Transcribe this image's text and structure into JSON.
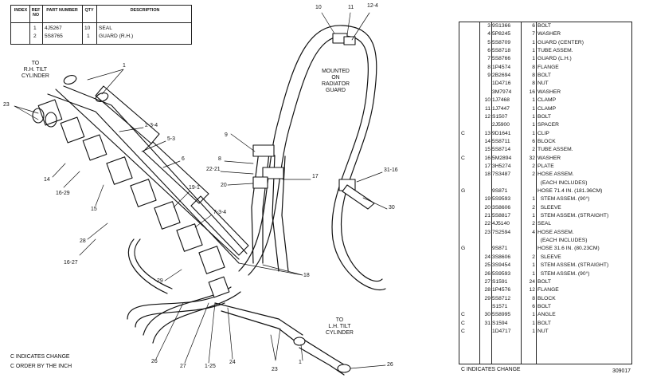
{
  "top_table": {
    "headers": [
      "INDEX",
      "REF NO",
      "PART NUMBER",
      "QTY",
      "DESCRIPTION"
    ],
    "rows": [
      {
        "ref": "1",
        "part": "4J5267",
        "qty": "10",
        "desc": "SEAL"
      },
      {
        "ref": "2",
        "part": "5S8765",
        "qty": "1",
        "desc": "GUARD (R.H.)"
      }
    ]
  },
  "diagram_labels": {
    "to_rh_tilt": "TO\nR.H. TILT\nCYLINDER",
    "to_lh_tilt": "TO\nL.H. TILT\nCYLINDER",
    "mounted_on": "MOUNTED\nON\nRADIATOR\nGUARD",
    "callouts": [
      "1",
      "23",
      "2-3-4",
      "5-3",
      "6",
      "14",
      "16-29",
      "15",
      "19-1",
      "7-3-4",
      "28",
      "16-27",
      "29",
      "8",
      "9",
      "22-21",
      "20",
      "17",
      "10",
      "11",
      "12-4",
      "31-16",
      "30",
      "18",
      "26",
      "27",
      "1-25",
      "24",
      "23",
      "1",
      "26"
    ]
  },
  "parts_list": [
    {
      "key": "",
      "ref": "3",
      "part": "9S1366",
      "qty": "6",
      "desc": "BOLT"
    },
    {
      "key": "",
      "ref": "4",
      "part": "5P8245",
      "qty": "7",
      "desc": "WASHER"
    },
    {
      "key": "",
      "ref": "5",
      "part": "5S8709",
      "qty": "1",
      "desc": "GUARD (CENTER)"
    },
    {
      "key": "",
      "ref": "6",
      "part": "5S8718",
      "qty": "1",
      "desc": "TUBE ASSEM."
    },
    {
      "key": "",
      "ref": "7",
      "part": "5S8766",
      "qty": "1",
      "desc": "GUARD (L.H.)"
    },
    {
      "key": "",
      "ref": "8",
      "part": "1P4574",
      "qty": "8",
      "desc": "FLANGE"
    },
    {
      "key": "",
      "ref": "9",
      "part": "2B2694",
      "qty": "8",
      "desc": "BOLT"
    },
    {
      "key": "",
      "ref": "",
      "part": "1D4716",
      "qty": "8",
      "desc": "NUT"
    },
    {
      "key": "",
      "ref": "",
      "part": "3M7974",
      "qty": "16",
      "desc": "WASHER"
    },
    {
      "key": "",
      "ref": "10",
      "part": "1J7468",
      "qty": "1",
      "desc": "CLAMP"
    },
    {
      "key": "",
      "ref": "11",
      "part": "1J7447",
      "qty": "1",
      "desc": "CLAMP"
    },
    {
      "key": "",
      "ref": "12",
      "part": "S1507",
      "qty": "1",
      "desc": "BOLT"
    },
    {
      "key": "",
      "ref": "",
      "part": "2J5900",
      "qty": "1",
      "desc": "SPACER"
    },
    {
      "key": "C",
      "ref": "13",
      "part": "9D1641",
      "qty": "1",
      "desc": "CLIP"
    },
    {
      "key": "",
      "ref": "14",
      "part": "5S8711",
      "qty": "6",
      "desc": "BLOCK"
    },
    {
      "key": "",
      "ref": "15",
      "part": "5S8714",
      "qty": "2",
      "desc": "TUBE ASSEM."
    },
    {
      "key": "C",
      "ref": "16",
      "part": "5M2894",
      "qty": "32",
      "desc": "WASHER"
    },
    {
      "key": "",
      "ref": "17",
      "part": "3H5274",
      "qty": "2",
      "desc": "PLATE"
    },
    {
      "key": "",
      "ref": "18",
      "part": "7S3487",
      "qty": "2",
      "desc": "HOSE ASSEM."
    },
    {
      "key": "",
      "ref": "",
      "part": "",
      "qty": "",
      "desc": "  (EACH INCLUDES)"
    },
    {
      "key": "G",
      "ref": "",
      "part": "9S871",
      "qty": "",
      "desc": "HOSE 71.4 IN. (181.36CM)"
    },
    {
      "key": "",
      "ref": "19",
      "part": "5S9593",
      "qty": "1",
      "desc": "  STEM ASSEM. (90°)"
    },
    {
      "key": "",
      "ref": "20",
      "part": "3S8606",
      "qty": "2",
      "desc": "  SLEEVE"
    },
    {
      "key": "",
      "ref": "21",
      "part": "5S8817",
      "qty": "1",
      "desc": "  STEM ASSEM. (STRAIGHT)"
    },
    {
      "key": "",
      "ref": "22",
      "part": "4J5140",
      "qty": "2",
      "desc": "SEAL"
    },
    {
      "key": "",
      "ref": "23",
      "part": "7S2594",
      "qty": "4",
      "desc": "HOSE ASSEM."
    },
    {
      "key": "",
      "ref": "",
      "part": "",
      "qty": "",
      "desc": "  (EACH INCLUDES)"
    },
    {
      "key": "G",
      "ref": "",
      "part": "9S871",
      "qty": "",
      "desc": "HOSE 31.6 IN. (80.23CM)"
    },
    {
      "key": "",
      "ref": "24",
      "part": "3S8606",
      "qty": "2",
      "desc": "  SLEEVE"
    },
    {
      "key": "",
      "ref": "25",
      "part": "3S9454",
      "qty": "1",
      "desc": "  STEM ASSEM. (STRAIGHT)"
    },
    {
      "key": "",
      "ref": "26",
      "part": "5S9593",
      "qty": "1",
      "desc": "  STEM ASSEM. (90°)"
    },
    {
      "key": "",
      "ref": "27",
      "part": "S1591",
      "qty": "24",
      "desc": "BOLT"
    },
    {
      "key": "",
      "ref": "28",
      "part": "1P4576",
      "qty": "12",
      "desc": "FLANGE"
    },
    {
      "key": "",
      "ref": "29",
      "part": "5S8712",
      "qty": "8",
      "desc": "BLOCK"
    },
    {
      "key": "",
      "ref": "",
      "part": "S1571",
      "qty": "6",
      "desc": "BOLT"
    },
    {
      "key": "C",
      "ref": "30",
      "part": "5S8995",
      "qty": "1",
      "desc": "ANGLE"
    },
    {
      "key": "C",
      "ref": "31",
      "part": "S1594",
      "qty": "1",
      "desc": "BOLT"
    },
    {
      "key": "C",
      "ref": "",
      "part": "1D4717",
      "qty": "1",
      "desc": "NUT"
    }
  ],
  "footer": {
    "left_line1": "C  INDICATES CHANGE",
    "left_line2": "C  ORDER BY THE INCH",
    "right_change": "C  INDICATES CHANGE",
    "right_code": "309017"
  }
}
